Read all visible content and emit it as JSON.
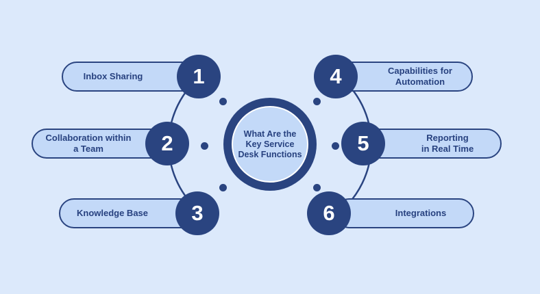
{
  "hub": {
    "title": "What Are the\nKey Service\nDesk Functions"
  },
  "items": [
    {
      "number": "1",
      "label": "Inbox Sharing"
    },
    {
      "number": "2",
      "label": "Collaboration within\na Team"
    },
    {
      "number": "3",
      "label": "Knowledge Base"
    },
    {
      "number": "4",
      "label": "Capabilities for\nAutomation"
    },
    {
      "number": "5",
      "label": "Reporting\nin Real Time"
    },
    {
      "number": "6",
      "label": "Integrations"
    }
  ],
  "colors": {
    "background": "#dce9fb",
    "navy": "#2a4480",
    "pill_fill": "#c3d9f8",
    "text": "#27417f"
  }
}
